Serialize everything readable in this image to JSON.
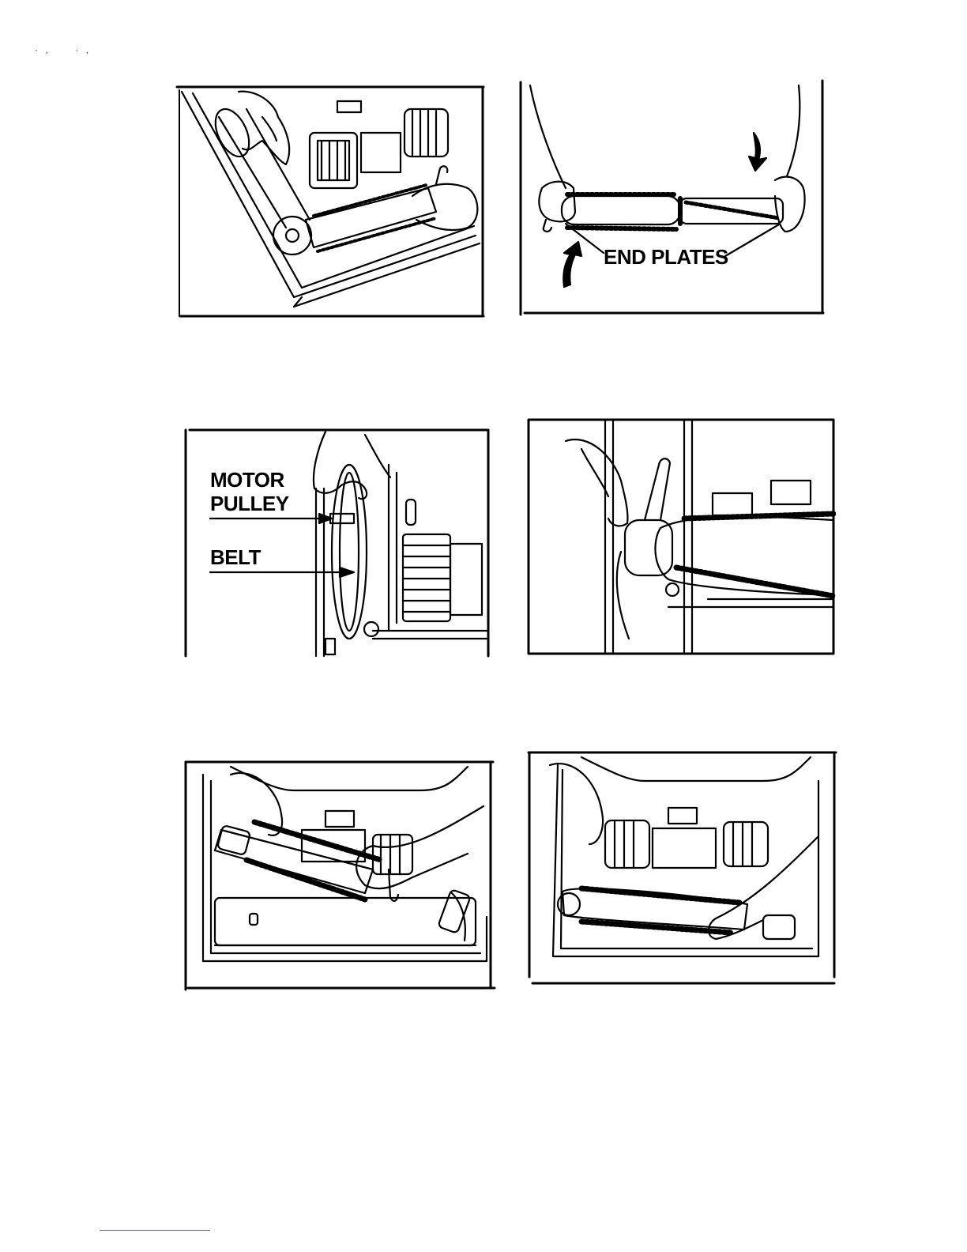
{
  "figures": [
    {
      "id": "fig-1",
      "labels": []
    },
    {
      "id": "fig-2",
      "labels": [
        "END PLATES"
      ]
    },
    {
      "id": "fig-3",
      "labels": [
        "MOTOR",
        "PULLEY",
        "BELT"
      ]
    },
    {
      "id": "fig-4",
      "labels": []
    },
    {
      "id": "fig-5",
      "labels": []
    },
    {
      "id": "fig-6",
      "labels": []
    }
  ],
  "text": {
    "end_plates": "END PLATES",
    "motor": "MOTOR",
    "pulley": "PULLEY",
    "belt": "BELT"
  },
  "colors": {
    "ink": "#000000",
    "paper": "#ffffff",
    "rule": "#5b5bb5"
  }
}
